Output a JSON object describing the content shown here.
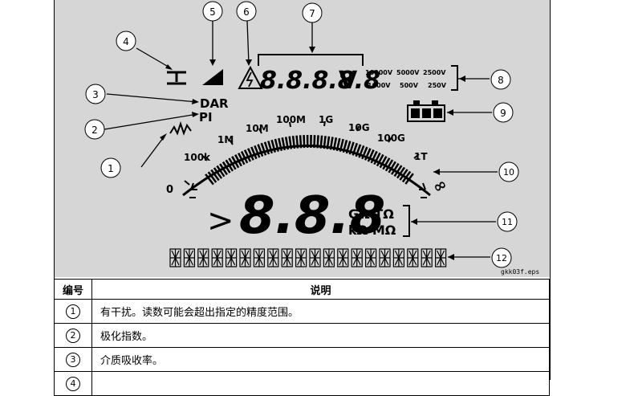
{
  "display": {
    "top_digits": "8.8.8.8.8",
    "top_unit": "V",
    "voltages_row1": [
      "10000V",
      "5000V",
      "2500V"
    ],
    "voltages_row2": [
      "1000V",
      "500V",
      "250V"
    ],
    "dar_label": "DAR",
    "pi_label": "PI",
    "scale_labels": [
      "0",
      "100k",
      "1M",
      "10M",
      "100M",
      "1G",
      "10G",
      "100G",
      "1T",
      "∞"
    ],
    "main_prefix": ">",
    "main_digits": "8.8.8",
    "units_row1": "GΩ TΩ",
    "units_row2": "kΩ MΩ",
    "file_tag": "gkk03f.eps"
  },
  "callouts": [
    "1",
    "2",
    "3",
    "4",
    "5",
    "6",
    "7",
    "8",
    "9",
    "10",
    "11",
    "12"
  ],
  "table": {
    "header": [
      "编号",
      "说明"
    ],
    "rows": [
      {
        "num": "1",
        "text": "有干扰。读数可能会超出指定的精度范围。"
      },
      {
        "num": "2",
        "text": "极化指数。"
      },
      {
        "num": "3",
        "text": "介质吸收率。"
      },
      {
        "num": "4",
        "text": ""
      }
    ]
  },
  "colors": {
    "lcd_bg": "#d6d6d6",
    "ink": "#000000"
  }
}
